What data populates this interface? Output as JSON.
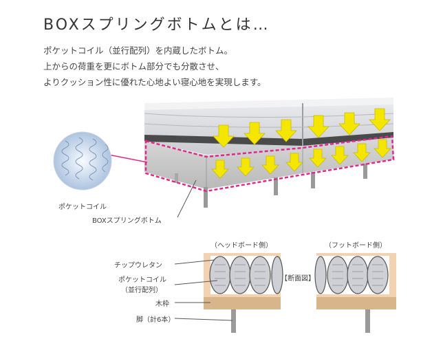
{
  "title": "BOXスプリングボトムとは…",
  "intro": [
    "ポケットコイル（並行配列）を内蔵したボトム。",
    "上からの荷重を更にボトム部分でも分散させ、",
    "よりクッション性に優れた心地よい寝心地を実現します。"
  ],
  "callouts": {
    "pocket_coil": "ポケットコイル",
    "box_spring_bottom": "BOXスプリングボトム"
  },
  "section": {
    "head_board": "（ヘッドボード側）",
    "foot_board": "（フットボード側）",
    "section_view": "【断面図】"
  },
  "legend": {
    "chip_urethane": "チップウレタン",
    "pocket_coil_line1": "ポケットコイル",
    "pocket_coil_line2": "（並行配列）",
    "wood_frame": "木枠",
    "legs": "脚（計6本）"
  },
  "colors": {
    "arrow_yellow": "#f4e600",
    "dashed_magenta": "#e0288c",
    "foam_peach": "#f2d2b0",
    "wood_tan": "#d9b58c",
    "coil_gray": "#cfcfd6"
  }
}
